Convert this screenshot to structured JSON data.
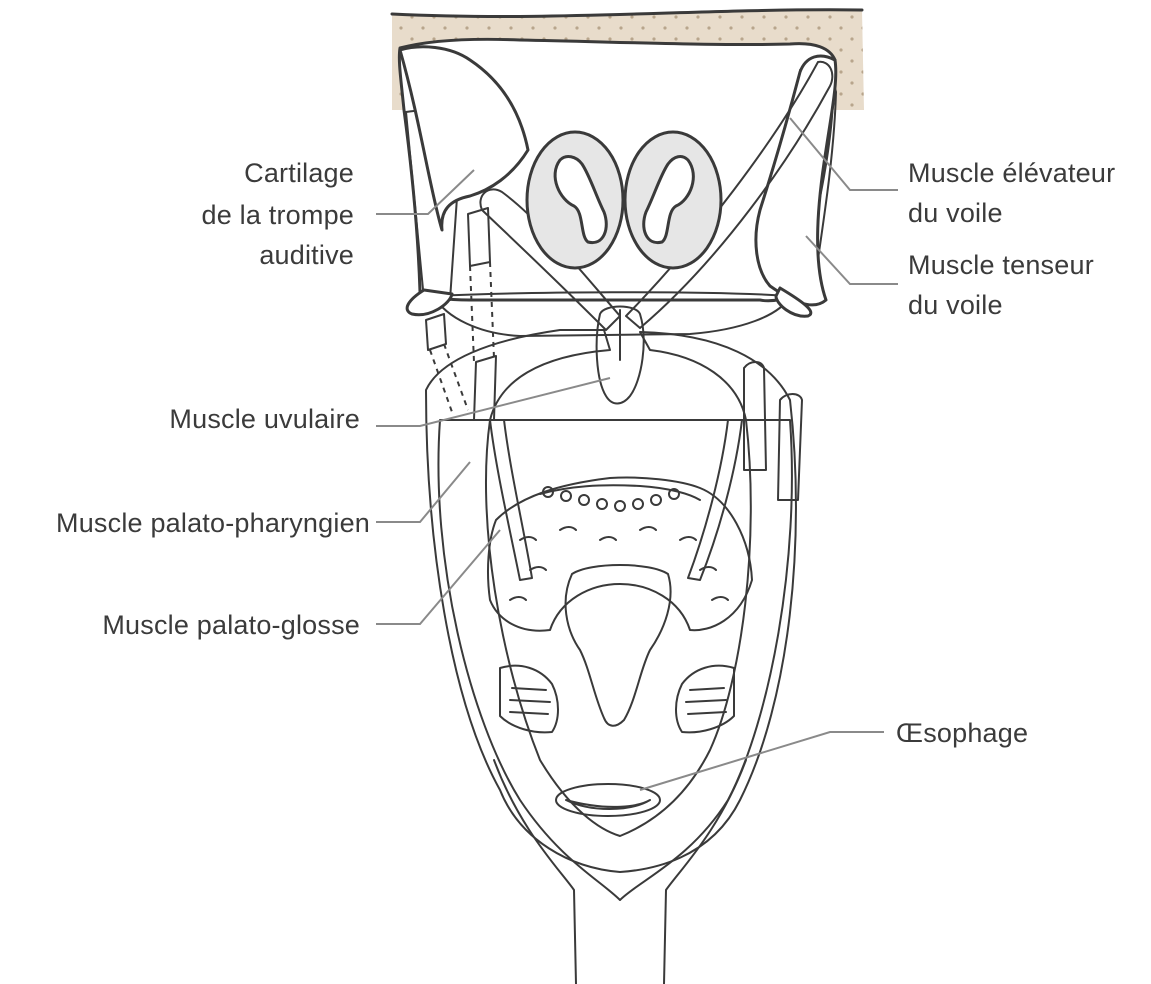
{
  "labels": {
    "cartilage_line1": "Cartilage",
    "cartilage_line2": "de la trompe",
    "cartilage_line3": "auditive",
    "elevateur_line1": "Muscle élévateur",
    "elevateur_line2": "du voile",
    "tenseur_line1": "Muscle tenseur",
    "tenseur_line2": "du voile",
    "uvulaire": "Muscle uvulaire",
    "palato_pharyngien": "Muscle palato-pharyngien",
    "palato_glosse": "Muscle palato-glosse",
    "oesophage": "Œsophage"
  },
  "colors": {
    "tenseur_green": "#9dc06a",
    "elevateur_mint": "#cfe9d4",
    "palato_pharyngien_orange": "#ee6a2e",
    "palato_glosse_peach": "#f7b680",
    "uvula_purple": "#7a4a86",
    "skull_base_beige": "#e8dccb",
    "outline": "#3a3a3a",
    "leader": "#8a8a8a"
  }
}
